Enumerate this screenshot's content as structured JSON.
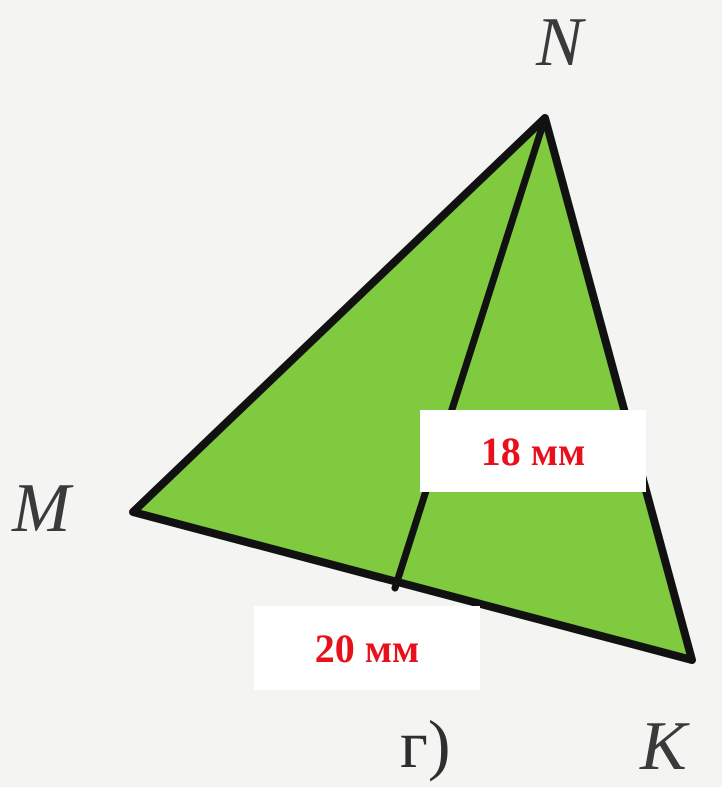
{
  "vertices": {
    "top": "N",
    "left": "M",
    "right": "K"
  },
  "subfigure_label": "г)",
  "measurements": {
    "height": "18 мм",
    "base": "20 мм"
  },
  "colors": {
    "fill": "#7fca3e",
    "stroke": "#111111",
    "measure_text": "#e8101a",
    "background": "#f4f4f2"
  }
}
